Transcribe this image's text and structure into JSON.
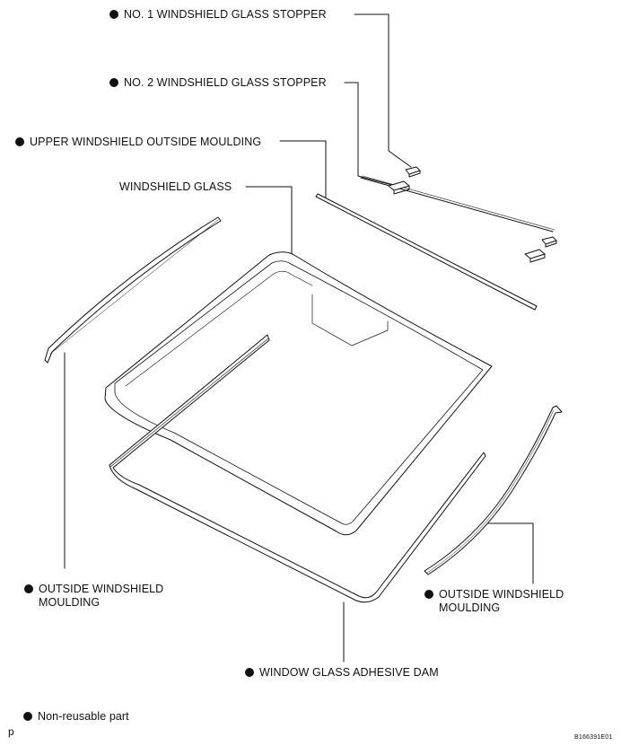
{
  "labels": {
    "stopper1": "NO. 1 WINDSHIELD GLASS STOPPER",
    "stopper2": "NO. 2 WINDSHIELD GLASS STOPPER",
    "upper_moulding": "UPPER WINDSHIELD OUTSIDE MOULDING",
    "glass": "WINDSHIELD GLASS",
    "outside_moulding_left_line1": "OUTSIDE WINDSHIELD",
    "outside_moulding_left_line2": "MOULDING",
    "outside_moulding_right_line1": "OUTSIDE WINDSHIELD",
    "outside_moulding_right_line2": "MOULDING",
    "adhesive_dam": "WINDOW GLASS ADHESIVE DAM",
    "legend": "Non-reusable part"
  },
  "figure_code": "B166391E01",
  "page_mark": "p",
  "colors": {
    "ink": "#111111",
    "background": "#ffffff"
  },
  "icons": {
    "bullet": "filled-circle"
  }
}
